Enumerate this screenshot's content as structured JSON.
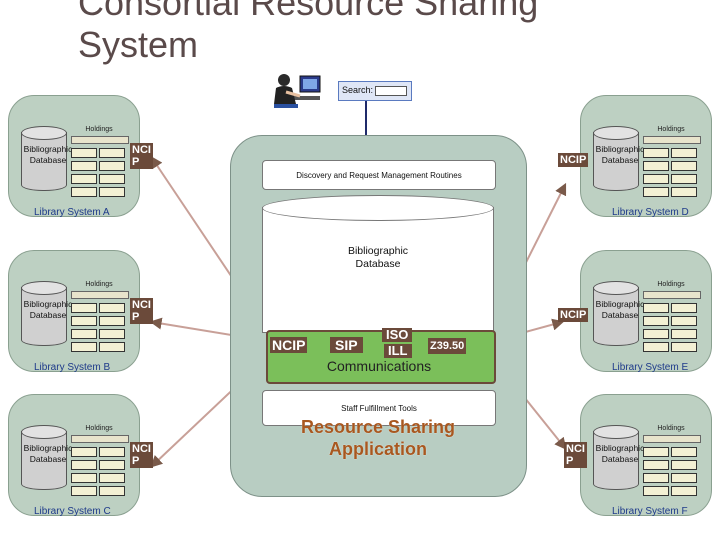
{
  "title": [
    "Consortial Resource Sharing",
    "System"
  ],
  "search": {
    "label": "Search:"
  },
  "center": {
    "routines_label": "Discovery and Request Management Routines",
    "database_label": [
      "Bibliographic",
      "Database"
    ],
    "protocols": [
      "NCIP",
      "SIP",
      "ISO",
      "ILL",
      "Z39.50"
    ],
    "communications_label": "Communications",
    "staff_label": "Staff Fulfillment Tools",
    "app_label": [
      "Resource Sharing",
      "Application"
    ]
  },
  "libraries": [
    {
      "name": "Library System A",
      "ncip": [
        "NCI",
        "P"
      ]
    },
    {
      "name": "Library System B",
      "ncip": [
        "NCI",
        "P"
      ]
    },
    {
      "name": "Library System C",
      "ncip": [
        "NCI",
        "P"
      ]
    },
    {
      "name": "Library System D",
      "ncip": [
        "NCIP"
      ]
    },
    {
      "name": "Library System E",
      "ncip": [
        "NCIP"
      ]
    },
    {
      "name": "Library System F",
      "ncip": [
        "NCI",
        "P"
      ]
    }
  ],
  "node_labels": {
    "holdings": "Holdings",
    "bib_db": [
      "Bibliographic",
      "Database"
    ]
  },
  "colors": {
    "library_fill": "#bdd0c2",
    "center_fill": "#b8cdc2",
    "protocol_fill": "#6b4a3a",
    "comm_fill": "#7bbf5a",
    "label_blue": "#1e3a8a",
    "app_text": "#a85820"
  },
  "icons": [
    "user-at-computer-icon"
  ]
}
